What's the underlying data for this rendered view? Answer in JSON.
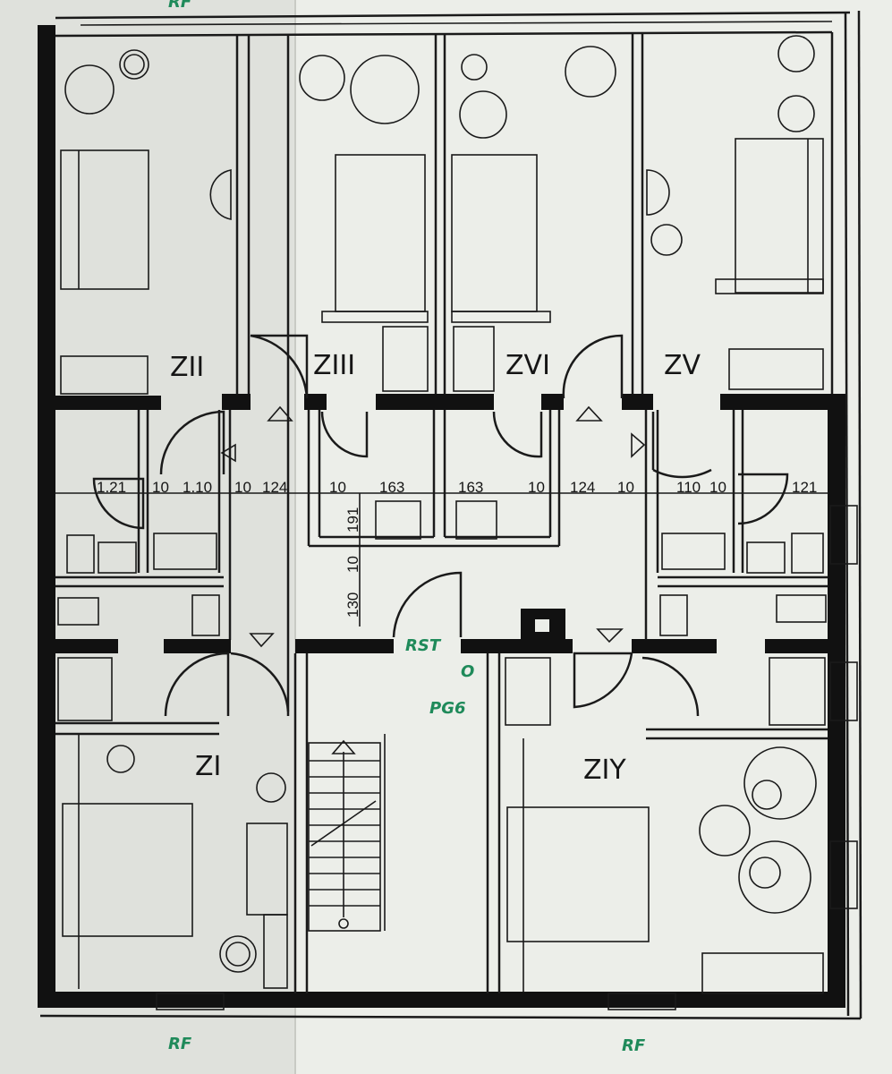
{
  "rooms": {
    "z2": "ZII",
    "z3": "ZIII",
    "z6": "ZVI",
    "z5": "ZV",
    "z1": "ZI",
    "z4": "ZIY"
  },
  "dimensions": {
    "horizontal": [
      "1.21",
      "10",
      "1.10",
      "10",
      "124",
      "10",
      "163",
      "163",
      "10",
      "124",
      "10",
      "110",
      "10",
      "121"
    ],
    "vertical": [
      "191",
      "10",
      "130"
    ]
  },
  "annotations": {
    "top_left": "RF",
    "rst": "RST",
    "zero": "O",
    "pg": "PG6",
    "bottom_left": "RF",
    "bottom_right": "RF"
  },
  "colors": {
    "paper": "#e9ebe6",
    "ink": "#111111",
    "annotation": "#1f8a5a"
  }
}
